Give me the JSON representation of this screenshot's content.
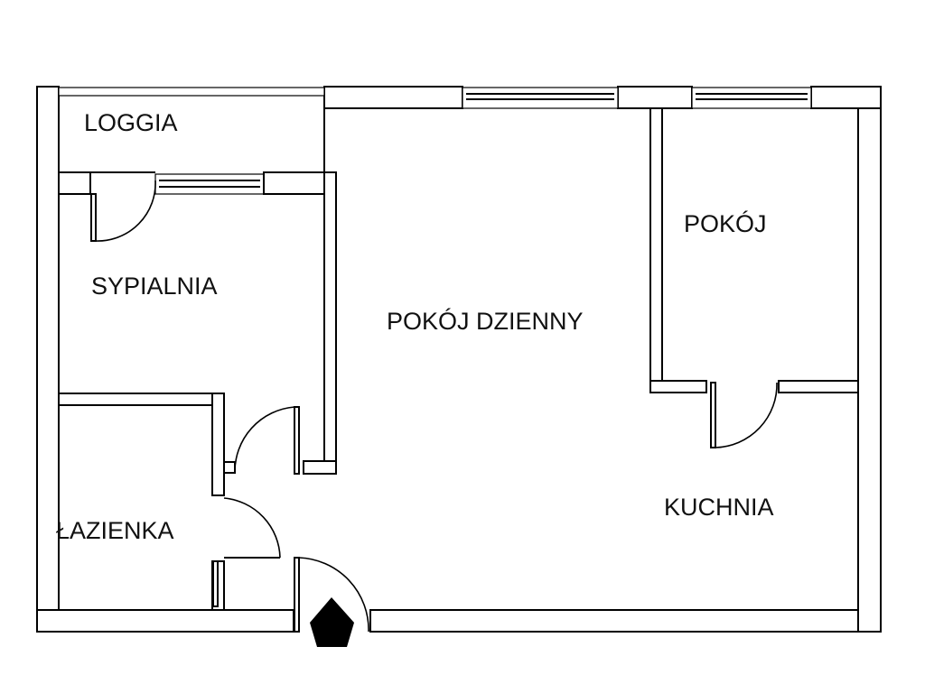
{
  "plan": {
    "rooms": [
      {
        "id": "loggia",
        "label": "LOGGIA"
      },
      {
        "id": "sypialnia",
        "label": "SYPIALNIA"
      },
      {
        "id": "pokoj-dzienny",
        "label": "POKÓJ DZIENNY"
      },
      {
        "id": "pokoj",
        "label": "POKÓJ"
      },
      {
        "id": "lazienka",
        "label": "ŁAZIENKA"
      },
      {
        "id": "kuchnia",
        "label": "KUCHNIA"
      }
    ]
  }
}
